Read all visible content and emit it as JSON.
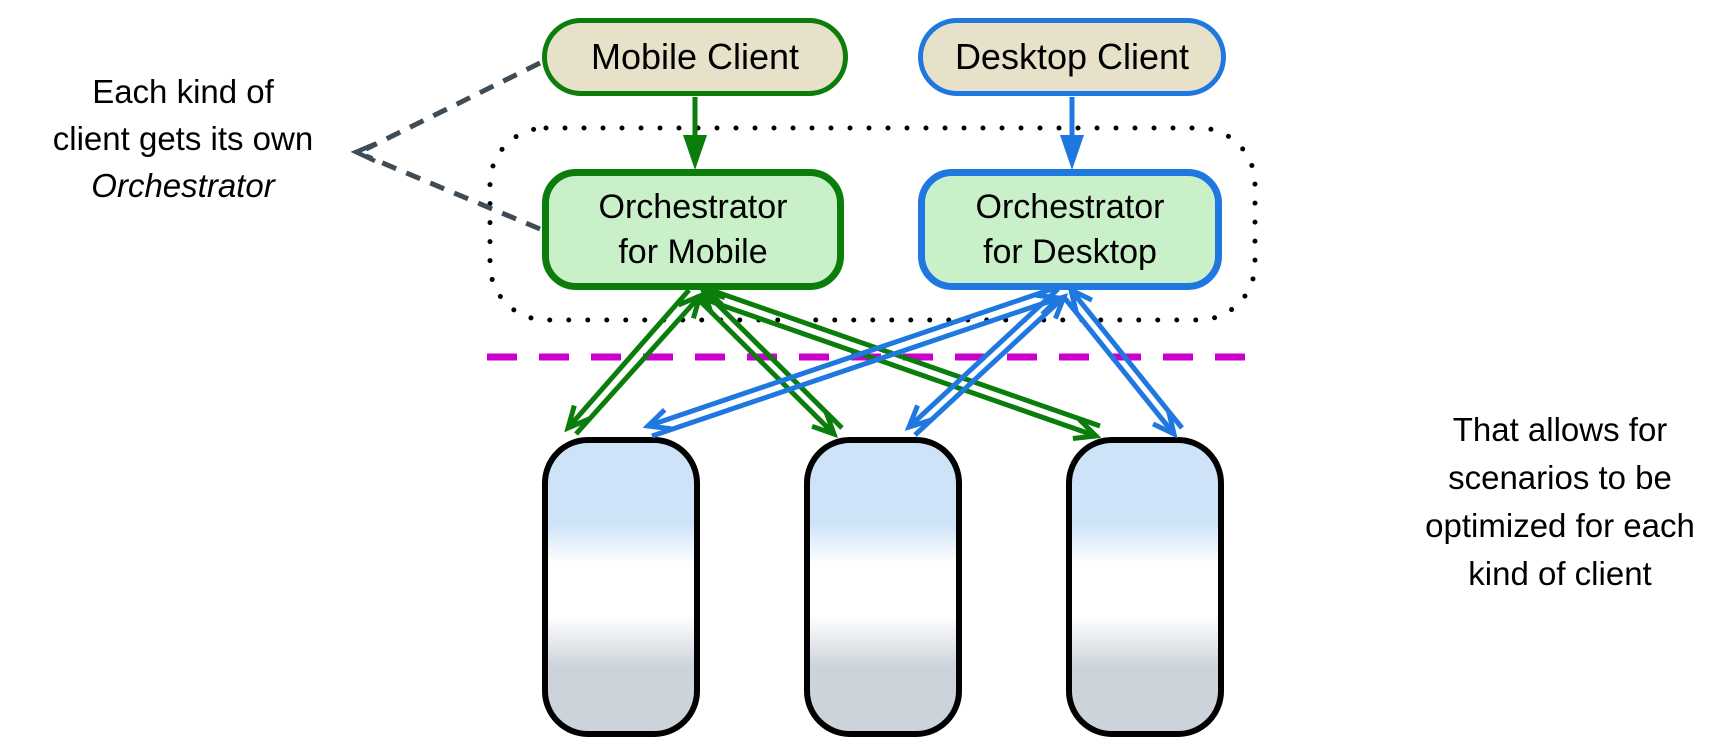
{
  "diagram": {
    "left_note": {
      "lines": [
        "Each kind of",
        "client gets its own",
        "Orchestrator"
      ]
    },
    "right_note": {
      "lines": [
        "That allows for",
        "scenarios to be",
        "optimized for each",
        "kind of client"
      ]
    },
    "clients": {
      "mobile": {
        "label": "Mobile Client"
      },
      "desktop": {
        "label": "Desktop Client"
      }
    },
    "orchestrators": {
      "mobile": {
        "line1": "Orchestrator",
        "line2": "for Mobile"
      },
      "desktop": {
        "line1": "Orchestrator",
        "line2": "for Desktop"
      }
    },
    "scenario_box_count": "3"
  },
  "colors": {
    "green": "#0b7d0b",
    "blue": "#1e78e0",
    "client_fill": "#e7e1ca",
    "orchestrator_fill": "#c9f0c9",
    "magenta": "#cc00cc",
    "note_dash": "#3f4c56",
    "box_top": "#cfe3f8",
    "box_mid": "#ffffff",
    "box_bottom": "#ccd3da"
  }
}
